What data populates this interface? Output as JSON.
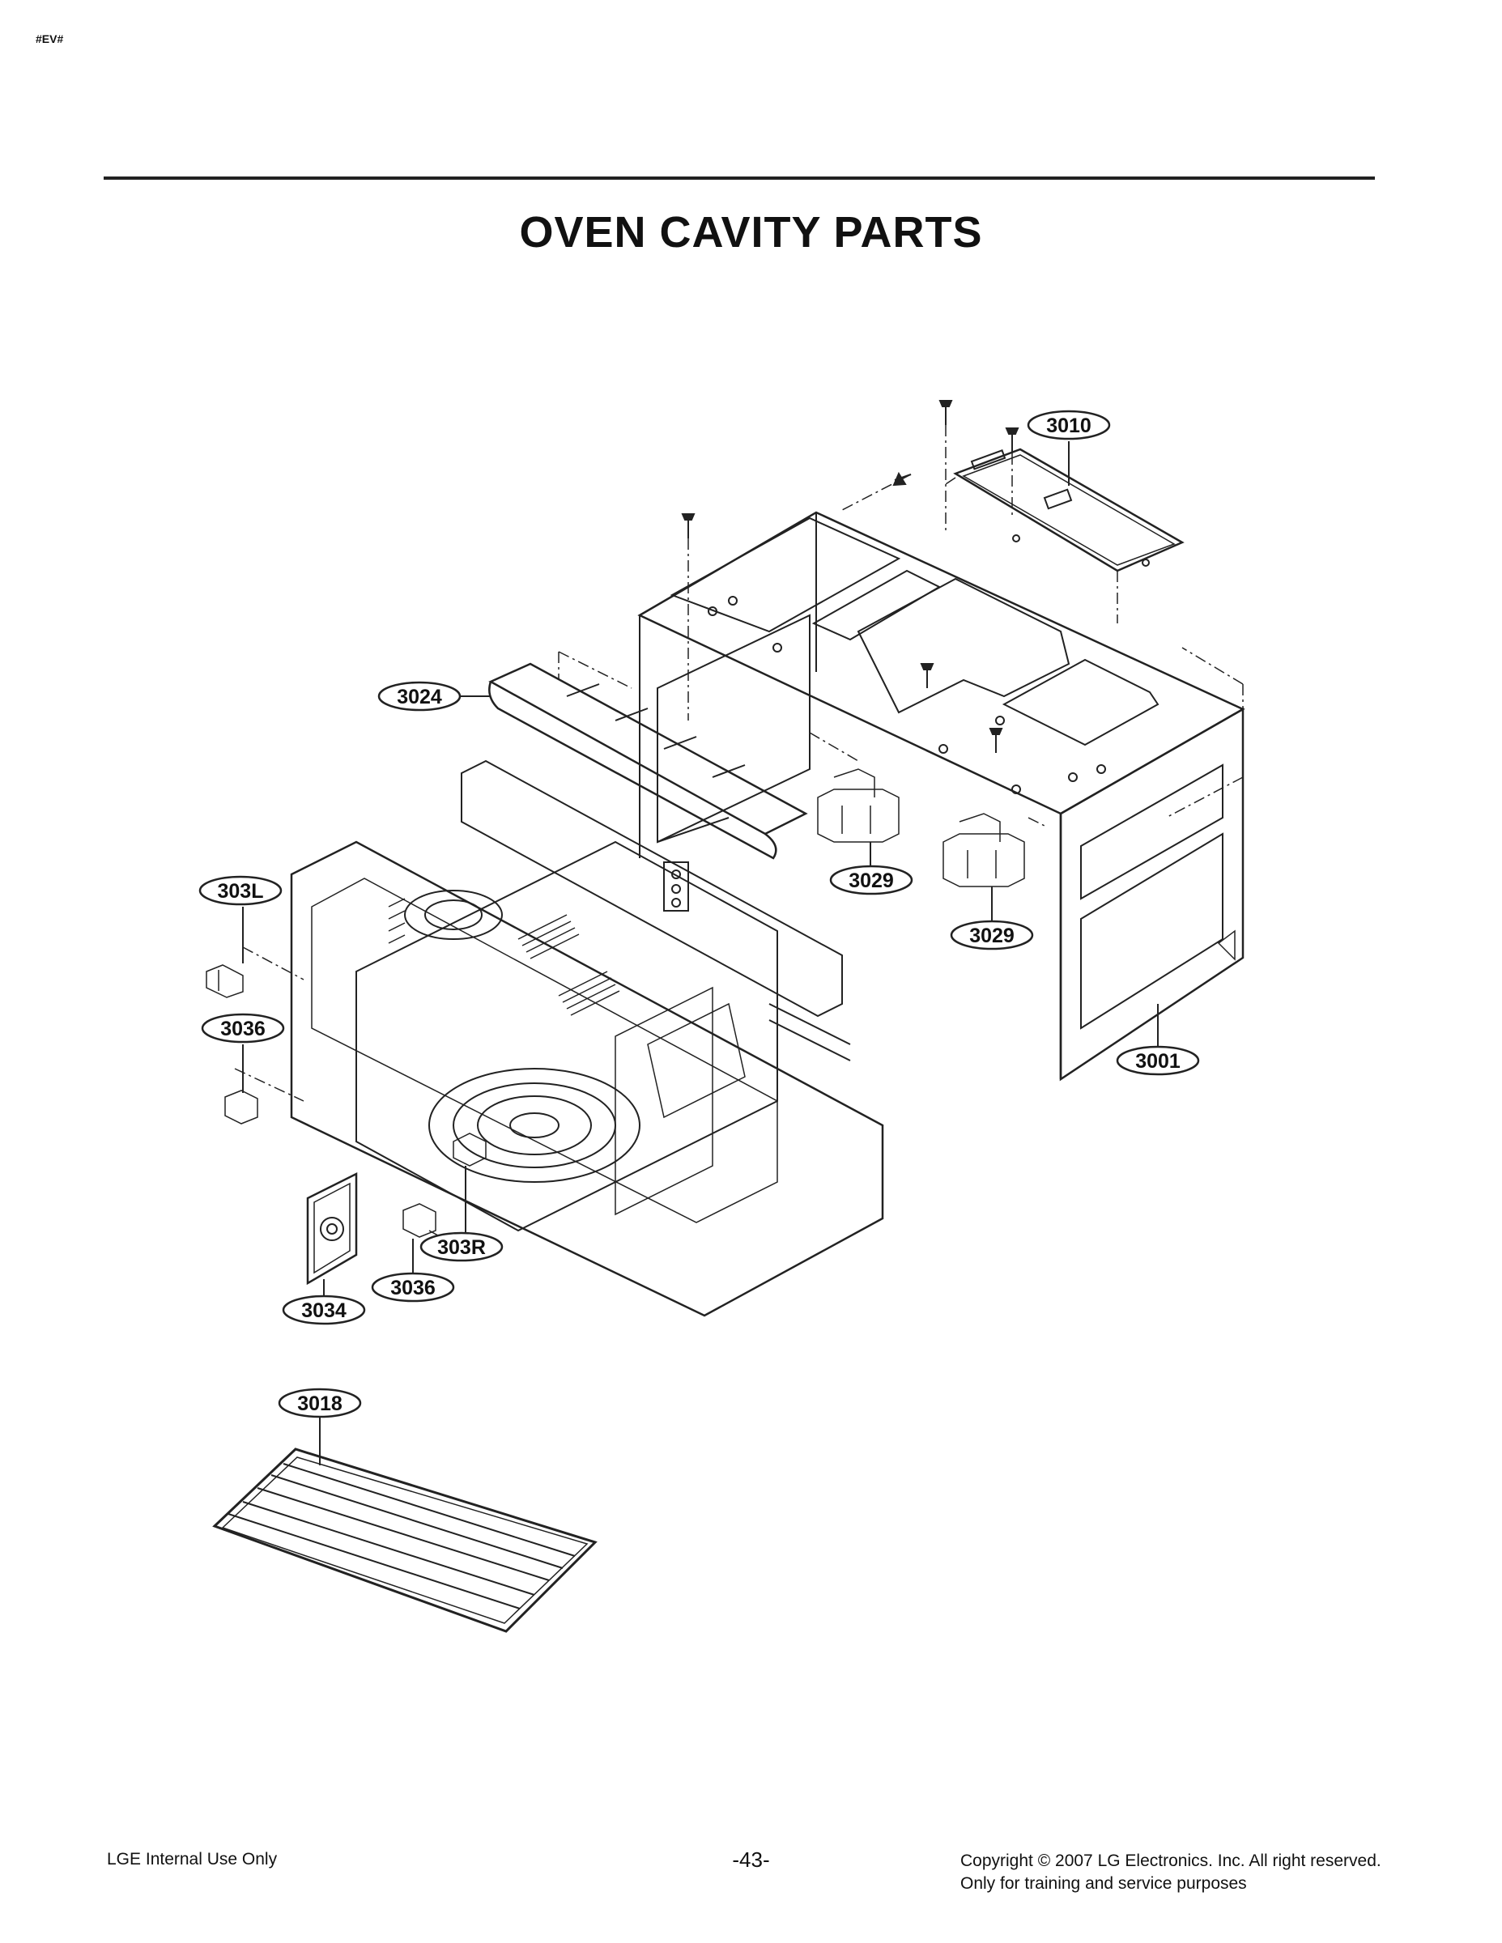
{
  "header": {
    "tag": "#EV#",
    "title": "OVEN CAVITY PARTS"
  },
  "callouts": [
    {
      "id": "c3010",
      "label": "3010"
    },
    {
      "id": "c3024",
      "label": "3024"
    },
    {
      "id": "c3029a",
      "label": "3029"
    },
    {
      "id": "c3029b",
      "label": "3029"
    },
    {
      "id": "c303L",
      "label": "303L"
    },
    {
      "id": "c3036a",
      "label": "3036"
    },
    {
      "id": "c3001",
      "label": "3001"
    },
    {
      "id": "c303R",
      "label": "303R"
    },
    {
      "id": "c3036b",
      "label": "3036"
    },
    {
      "id": "c3034",
      "label": "3034"
    },
    {
      "id": "c3018",
      "label": "3018"
    }
  ],
  "footer": {
    "left": "LGE Internal Use Only",
    "page": "-43-",
    "copyright": "Copyright © 2007 LG Electronics. Inc. All right reserved.",
    "note": "Only for training and service purposes"
  }
}
